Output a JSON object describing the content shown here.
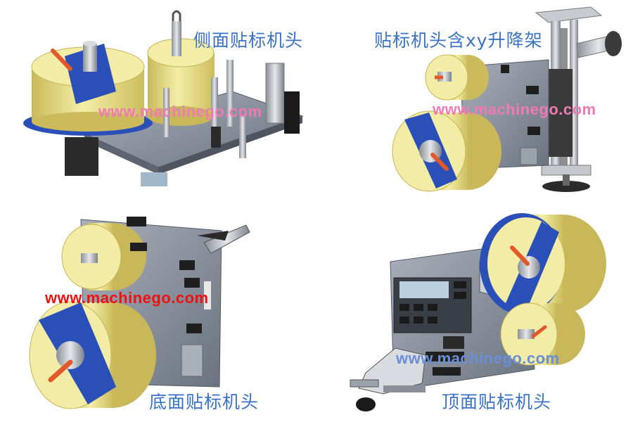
{
  "panels": [
    {
      "caption": "侧面贴标机头",
      "watermark": "www.machinego.com"
    },
    {
      "caption": "贴标机头含xy升降架",
      "watermark": "www.machinego.com"
    },
    {
      "caption": "底面贴标机头",
      "watermark": "www.machinego.com"
    },
    {
      "caption": "顶面贴标机头",
      "watermark": "www.machinego.com"
    }
  ],
  "colors": {
    "caption": "#3a72c8",
    "watermark_pink": "#f07ab4",
    "watermark_red": "#ee1111",
    "watermark_blue": "#6a8fd8",
    "reel_yellow": "#f1ea9c",
    "reel_blue": "#2a4fb8",
    "plate_gray": "#8e96a2"
  },
  "icons": [
    "label-reel-icon",
    "mounting-plate-icon",
    "xy-lift-stand-icon",
    "lcd-control-panel-icon"
  ]
}
